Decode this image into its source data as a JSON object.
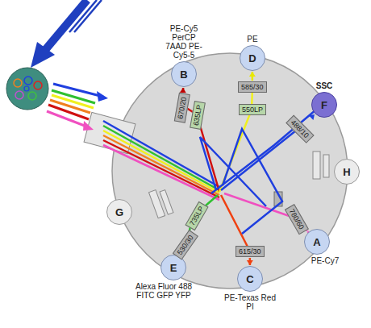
{
  "diagram": {
    "nodes": [
      {
        "text": [
          "D",
          "PE"
        ]
      },
      {
        "text": [
          "B",
          "PE-Cy5 PerCP 7AAD PE-Cy5-5"
        ]
      },
      {
        "text": [
          "F",
          "SSC"
        ]
      },
      {
        "text": [
          "H"
        ]
      },
      {
        "text": [
          "G"
        ]
      },
      {
        "text": [
          "A",
          "PE-Cy7"
        ]
      },
      {
        "text": [
          "E",
          "Alexa Fluor 488 FITC GFP YFP"
        ]
      },
      {
        "text": [
          "C",
          "PE-Texas Red PI"
        ]
      },
      {
        "text": [
          "670/20"
        ]
      },
      {
        "text": [
          "585/30"
        ]
      },
      {
        "text": [
          "488/10"
        ]
      },
      {
        "text": [
          "635LP"
        ]
      },
      {
        "text": [
          "550LP"
        ]
      },
      {
        "text": [
          "735LP"
        ]
      },
      {
        "text": [
          "780/60"
        ]
      },
      {
        "text": [
          "615/30"
        ]
      },
      {
        "text": [
          "530/30"
        ]
      }
    ],
    "edges": [
      {
        "from": 8,
        "to": 1,
        "arrow": "to"
      },
      {
        "from": 9,
        "to": 0,
        "arrow": "to"
      },
      {
        "from": 10,
        "to": 2,
        "arrow": "to"
      },
      {
        "from": 14,
        "to": 5,
        "arrow": "to"
      },
      {
        "from": 15,
        "to": 7,
        "arrow": "to"
      },
      {
        "from": 16,
        "to": 6,
        "arrow": "to"
      }
    ]
  }
}
